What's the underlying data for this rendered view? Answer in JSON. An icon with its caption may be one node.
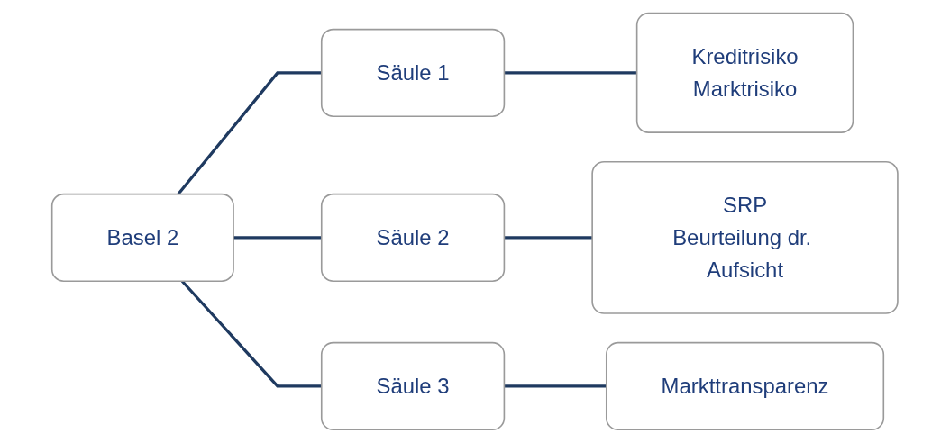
{
  "diagram": {
    "nodes": [
      {
        "text": [
          "Basel 2"
        ]
      },
      {
        "text": [
          "Säule 1"
        ]
      },
      {
        "text": [
          "Säule 2"
        ]
      },
      {
        "text": [
          "Säule 3"
        ]
      },
      {
        "text": [
          "Kreditrisiko",
          "Marktrisiko"
        ]
      },
      {
        "text": [
          "SRP",
          "Beurteilung dr. Aufsicht"
        ]
      },
      {
        "text": [
          "Markttransparenz"
        ]
      }
    ],
    "edges": [
      {
        "from": 0,
        "to": 1,
        "arrow": "none"
      },
      {
        "from": 0,
        "to": 2,
        "arrow": "none"
      },
      {
        "from": 0,
        "to": 3,
        "arrow": "none"
      },
      {
        "from": 1,
        "to": 4,
        "arrow": "none"
      },
      {
        "from": 2,
        "to": 5,
        "arrow": "none"
      },
      {
        "from": 3,
        "to": 6,
        "arrow": "none"
      }
    ]
  }
}
